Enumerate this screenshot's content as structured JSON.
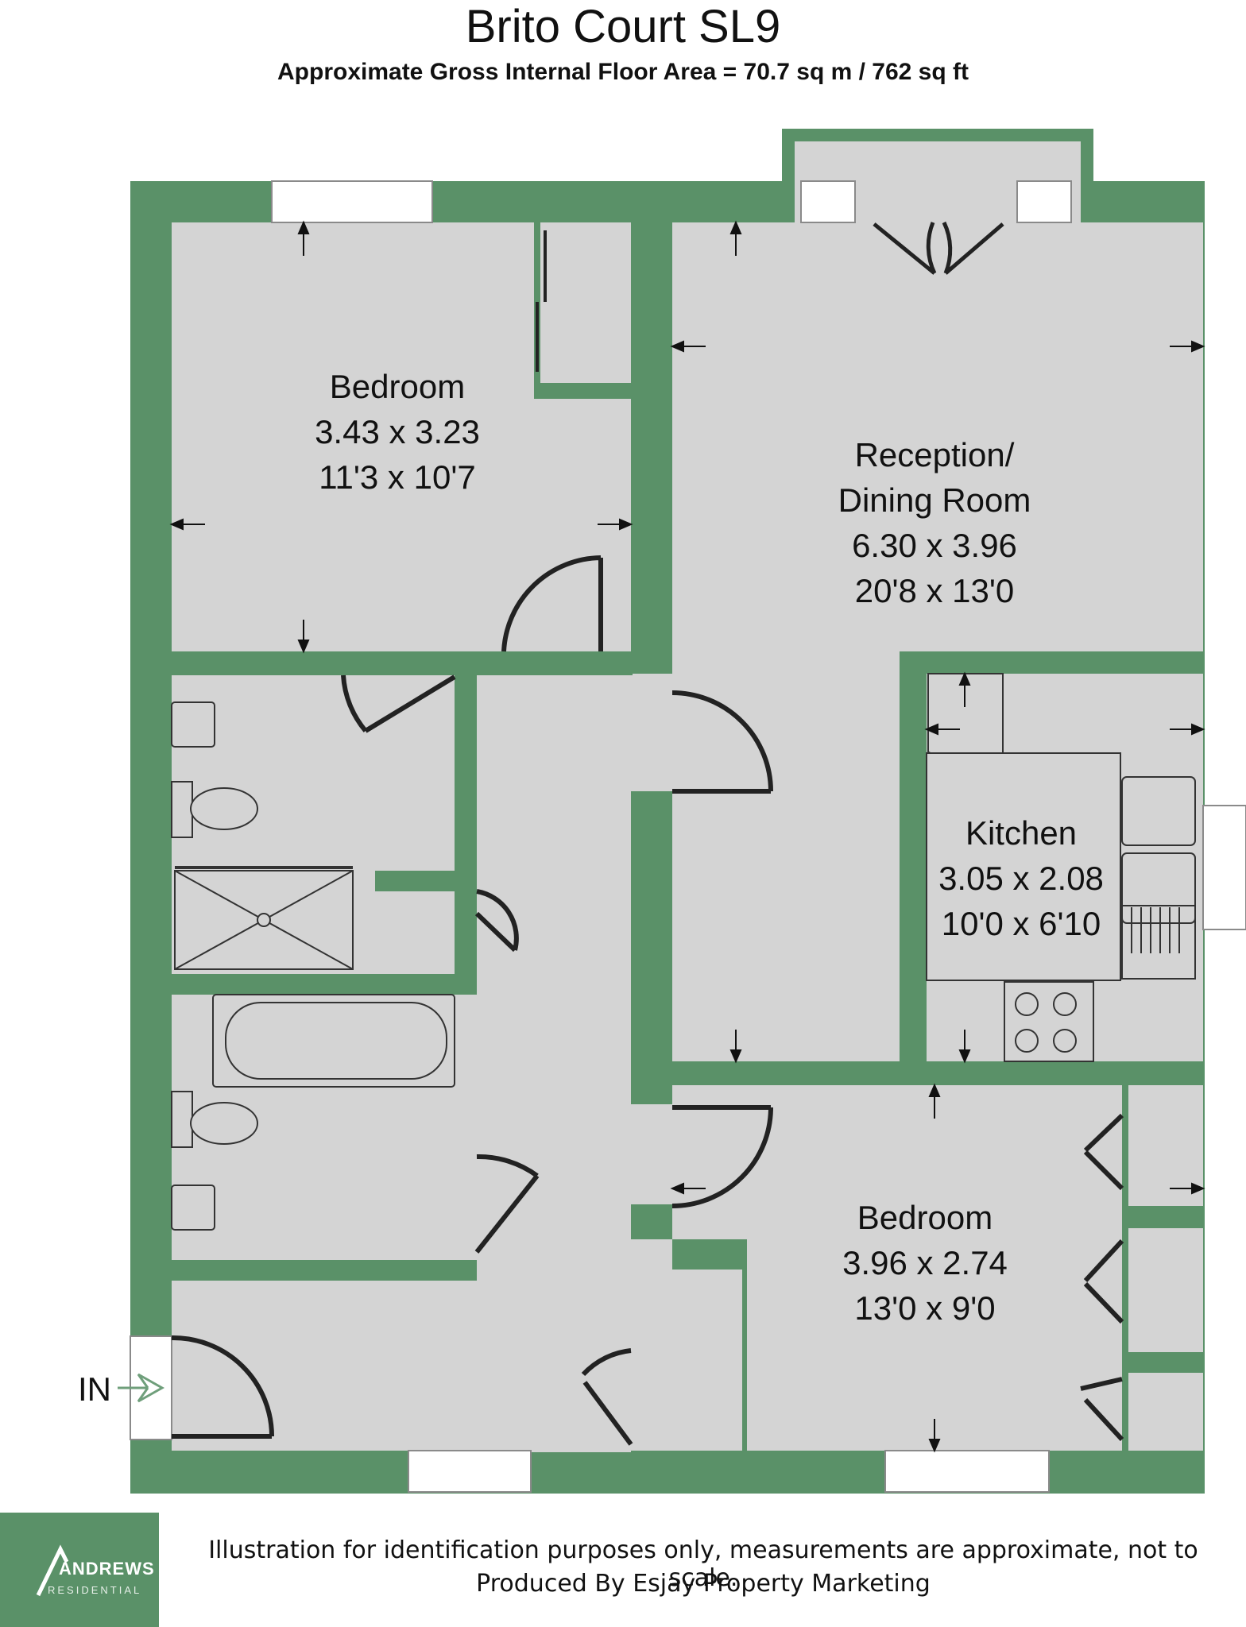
{
  "header": {
    "title": "Brito Court SL9",
    "subtitle": "Approximate Gross Internal Floor Area = 70.7 sq m / 762 sq ft"
  },
  "rooms": {
    "bedroom_1": {
      "name": "Bedroom",
      "metric": "3.43 x 3.23",
      "imperial": "11'3 x 10'7"
    },
    "reception": {
      "name_line1": "Reception/",
      "name_line2": "Dining Room",
      "metric": "6.30 x 3.96",
      "imperial": "20'8 x 13'0"
    },
    "kitchen": {
      "name": "Kitchen",
      "metric": "3.05 x 2.08",
      "imperial": "10'0 x 6'10"
    },
    "bedroom_2": {
      "name": "Bedroom",
      "metric": "3.96 x 2.74",
      "imperial": "13'0 x 9'0"
    }
  },
  "entrance": {
    "label": "IN"
  },
  "logo": {
    "name": "ANDREWS",
    "sub": "RESIDENTIAL"
  },
  "footer": {
    "disclaimer": "Illustration for identification purposes only, measurements are approximate, not to scale.",
    "producer": "Produced By Esjay Property Marketing"
  },
  "colors": {
    "wall": "#5a9168",
    "floor": "#d4d4d4",
    "window": "#ffffff",
    "fixture_line": "#333333"
  }
}
